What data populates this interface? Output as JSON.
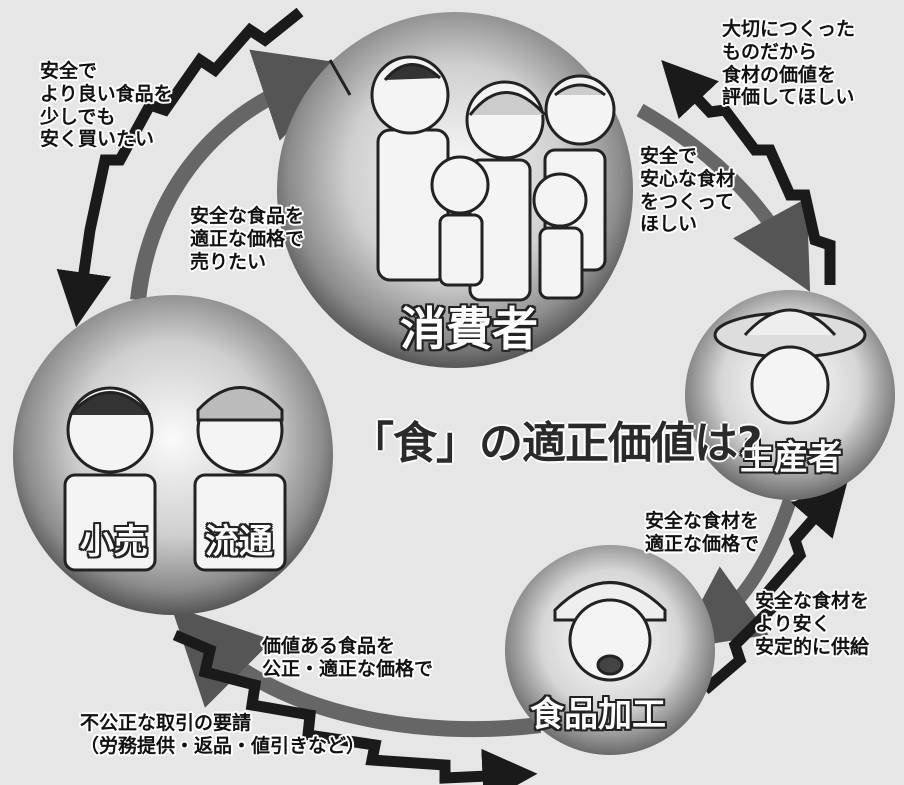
{
  "title": "「食」の適正価値は?",
  "nodes": {
    "consumer": "消費者",
    "producer": "生産者",
    "processor": "食品加工",
    "retail": "小売",
    "distribution": "流通"
  },
  "messages": {
    "retail_to_consumer": "安全で\nより良い食品を\n少しでも\n安く買いたい",
    "retail_sell": "安全な食品を\n適正な価格で\n売りたい",
    "producer_value": "大切につくった\nものだから\n食材の価値を\n評価してほしい",
    "consumer_to_producer": "安全で\n安心な食材\nをつくって\nほしい",
    "processor_buy": "安全な食材を\n適正な価格で",
    "producer_supply": "安全な食材を\nより安く\n安定的に供給",
    "processor_to_retail": "価値ある食品を\n公正・適正な価格で",
    "unfair": "不公正な取引の要請\n（労務提供・返品・値引きなど）"
  },
  "colors": {
    "background": "#e6e6e6",
    "arrow": "#555555",
    "zigzag": "#1a1a1a"
  }
}
